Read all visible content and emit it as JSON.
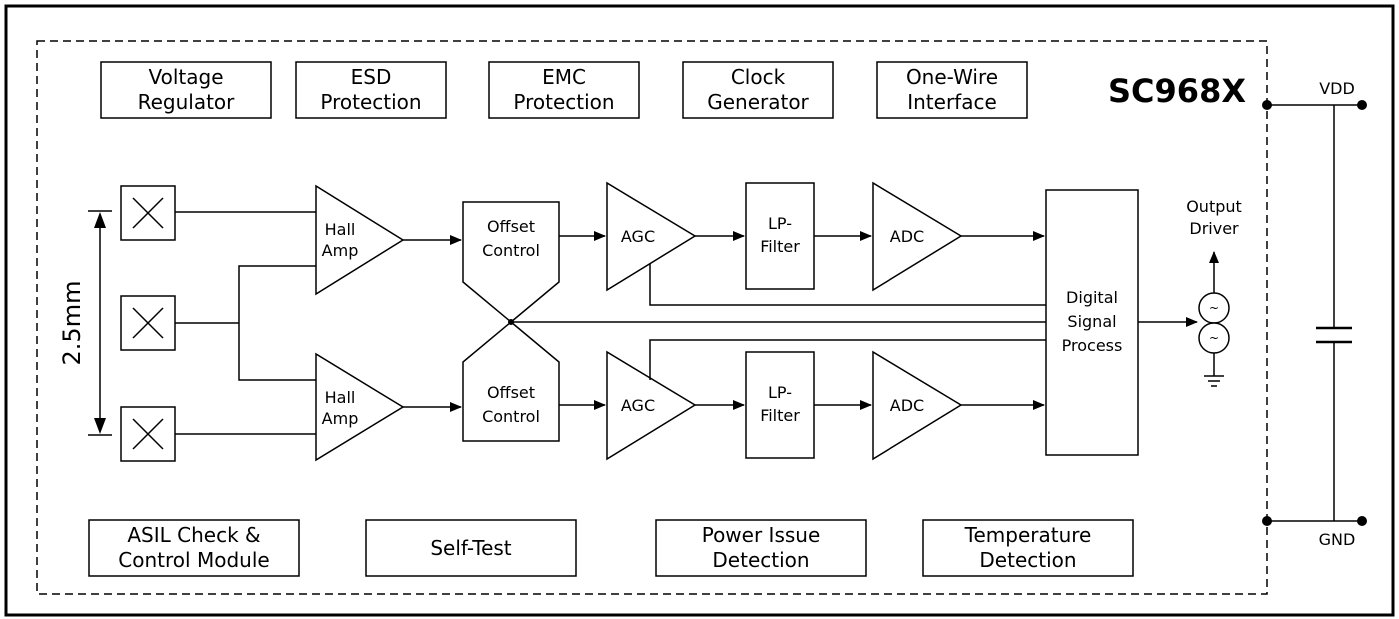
{
  "chip_name": "SC968X",
  "top_blocks": [
    {
      "line1": "Voltage",
      "line2": "Regulator"
    },
    {
      "line1": "ESD",
      "line2": "Protection"
    },
    {
      "line1": "EMC",
      "line2": "Protection"
    },
    {
      "line1": "Clock",
      "line2": "Generator"
    },
    {
      "line1": "One-Wire",
      "line2": "Interface"
    }
  ],
  "bottom_blocks": [
    {
      "line1": "ASIL Check &",
      "line2": "Control Module"
    },
    {
      "line1": "Self-Test",
      "line2": ""
    },
    {
      "line1": "Power Issue",
      "line2": "Detection"
    },
    {
      "line1": "Temperature",
      "line2": "Detection"
    }
  ],
  "spacing_label": "2.5mm",
  "hall_amp": {
    "line1": "Hall",
    "line2": "Amp"
  },
  "offset_control": {
    "line1": "Offset",
    "line2": "Control"
  },
  "agc": "AGC",
  "lp_filter": {
    "line1": "LP-",
    "line2": "Filter"
  },
  "adc": "ADC",
  "dsp": {
    "line1": "Digital",
    "line2": "Signal",
    "line3": "Process"
  },
  "output_driver": {
    "line1": "Output",
    "line2": "Driver"
  },
  "pins": {
    "vdd": "VDD",
    "gnd": "GND"
  }
}
